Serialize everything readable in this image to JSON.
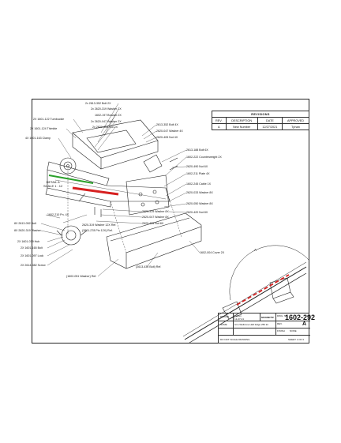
{
  "callouts": {
    "c01": "2x 2613-352 Bolt 2X",
    "c02": "2x 2620-319 Washer 2X",
    "c03": "2X 1601-122 Turnbuckle",
    "c04": "1602-197 Bracket 2X",
    "c05": "2X 1601-124 Thimble",
    "c06": "2x 2620-047 Washer 2X",
    "c07": "2x 2620-405 Nut 2X",
    "c08": "4X 1601-163 Clamp",
    "c09": "2613-352 Bolt 4X",
    "c10": "2620-047 Washer 4X",
    "c11": "2620-405 Nut 4X",
    "c12": "2613-188 Bolt 6X",
    "c13": "1602-222 Counterweight 2X",
    "c14": "2620-490 Nut 6X",
    "c15": "1602-211 Plate 4X",
    "c16": "1602-245 Cable 1X",
    "c17": "2620-033 Washer 8X",
    "c18": "2620-050 Washer 8X",
    "c19": "2620-420 Nut 8X",
    "c20": "1602-210 Pn. 4X",
    "c21": "2620-319 Washer 8X",
    "c22": "2620-047 Washer 8X",
    "c23": "2620-405 Nut 8X",
    "c24": "8X 2613-052 Bolt",
    "c25": "8X 2620-319 Washer",
    "c26": "2620-319 Washer 12X Ref.",
    "c27": "(2601-278 Pin 12X) Ref.",
    "c28": "2X 1601-079 Hub",
    "c29": "2X 1601-165 Bolt",
    "c30": "2X 1601-097 Lock",
    "c31": "2X 2614-082 Screw",
    "c32": "(2613-430 Bolt) Ref.",
    "c33": "1602-004 Cover 2X",
    "c34": "(1602-051 Washer) Ref."
  },
  "detail_a": {
    "title": "DETAIL A",
    "scale": "SCALE 1 : 12",
    "letter": "A"
  },
  "revisions": {
    "title": "REVISIONS",
    "headers": [
      "REV.",
      "DESCRIPTION",
      "DATE",
      "APPROVED"
    ],
    "rows": [
      [
        "A",
        "New Number",
        "12/27/2021",
        "Tphan"
      ]
    ]
  },
  "title_block": {
    "drawn_label": "DRAWN",
    "drawn_by": "Tphan",
    "drawn_date": "12-27-21",
    "name_label": "NAME",
    "name_value": "Arm Wellzone LED Edge 25ft kit",
    "dwg_label": "DWG. NO.",
    "dwg_no": "1602-292",
    "rev_label": "REV.",
    "rev_value": "A",
    "brand": "MAGNETIC",
    "finish_label": "FINISH",
    "finish_value": "NONE",
    "do_not_scale": "DO NOT SCALE DRAWING",
    "sheet": "SHEET 1 OF 3"
  },
  "colors": {
    "line": "#222222",
    "lens_red": "#d62020",
    "lens_green": "#2aa02a",
    "cable": "#666666"
  }
}
